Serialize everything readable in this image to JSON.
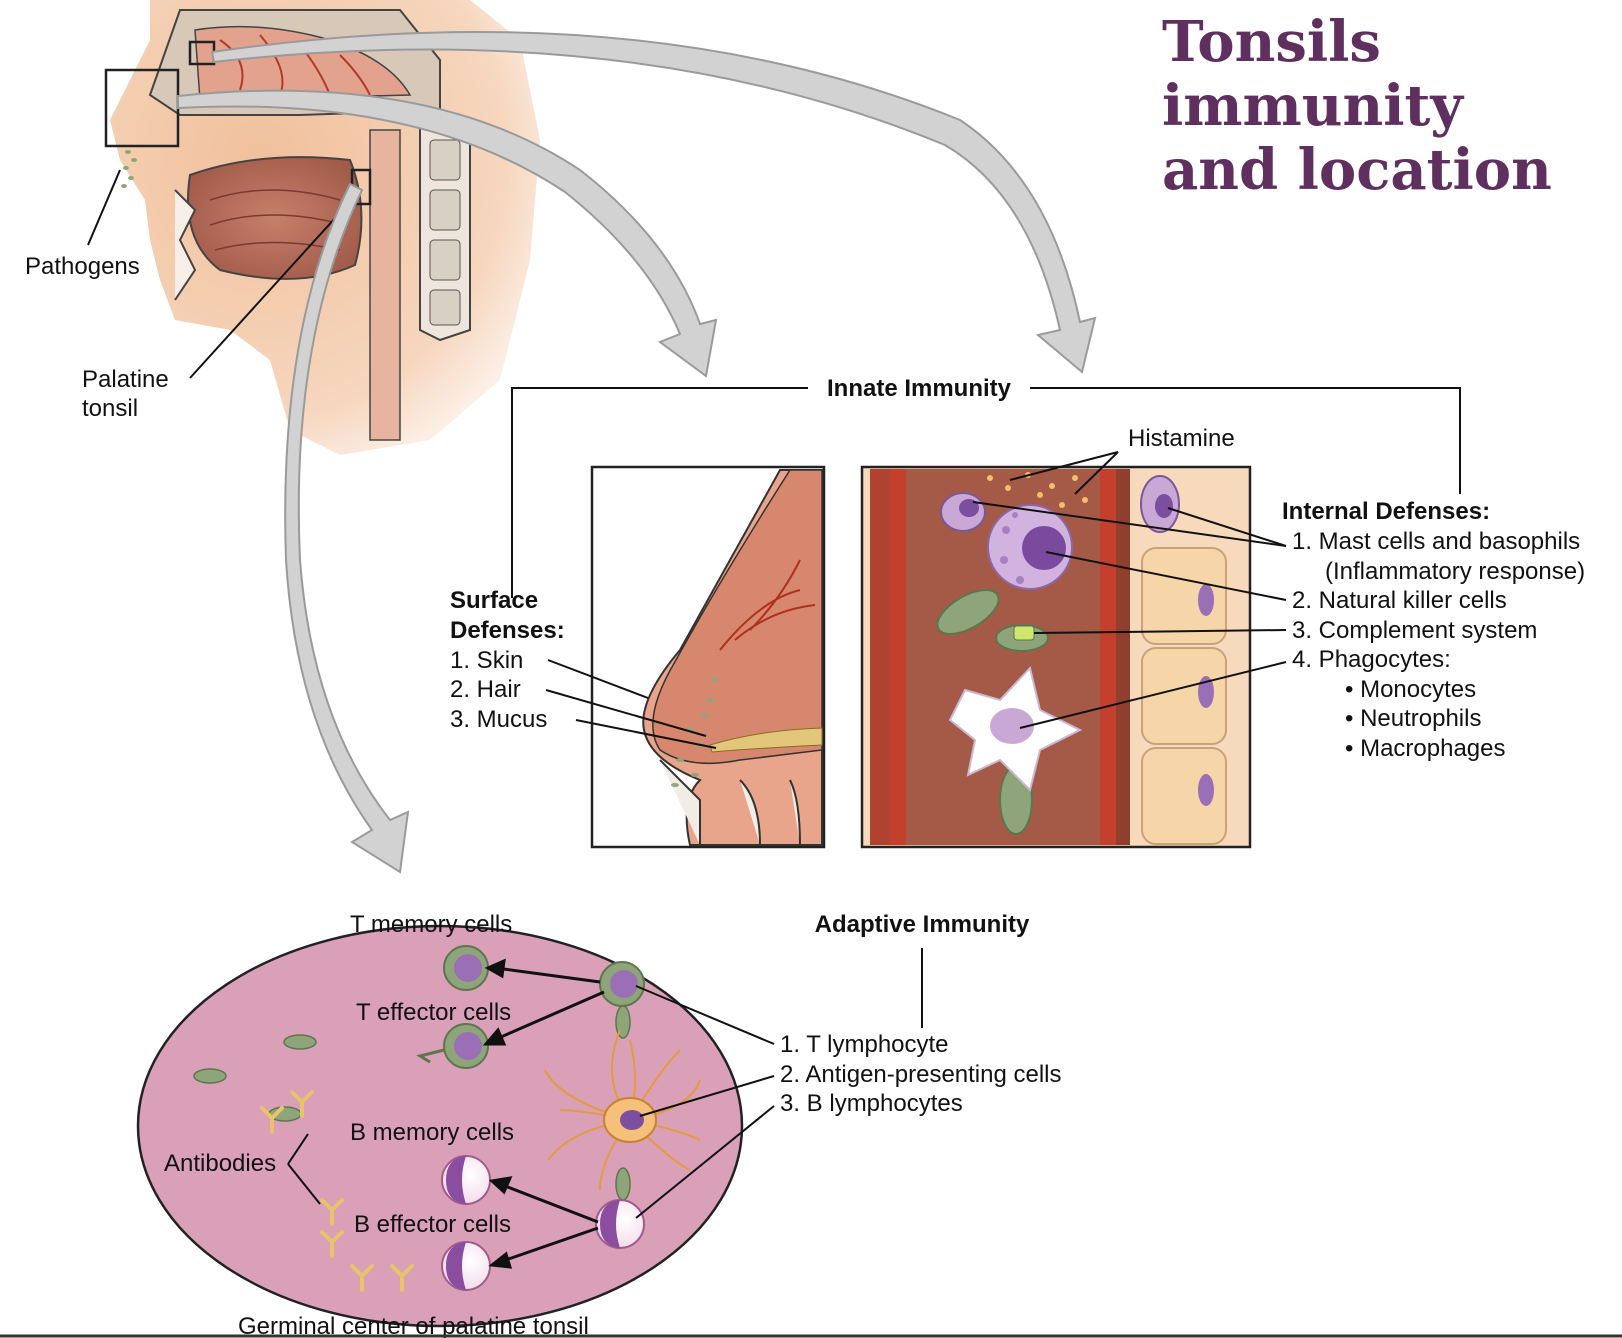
{
  "title": {
    "line1": "Tonsils",
    "line2": "immunity",
    "line3": "and location"
  },
  "head_labels": {
    "pathogens": "Pathogens",
    "palatine_line1": "Palatine",
    "palatine_line2": "tonsil"
  },
  "innate": {
    "header": "Innate Immunity",
    "histamine": "Histamine",
    "surface": {
      "title_line1": "Surface",
      "title_line2": "Defenses:",
      "items": [
        "1. Skin",
        "2. Hair",
        "3. Mucus"
      ]
    },
    "internal": {
      "title": "Internal Defenses:",
      "items": [
        "1. Mast cells and basophils",
        "(Inflammatory response)",
        "2. Natural killer cells",
        "3. Complement system",
        "4. Phagocytes:"
      ],
      "phagocytes": [
        "• Monocytes",
        "• Neutrophils",
        "• Macrophages"
      ]
    }
  },
  "adaptive": {
    "header": "Adaptive Immunity",
    "items": [
      "1. T lymphocyte",
      "2. Antigen-presenting cells",
      "3. B lymphocytes"
    ],
    "germinal": {
      "t_memory": "T memory cells",
      "t_effector": "T effector cells",
      "b_memory": "B memory cells",
      "b_effector": "B effector cells",
      "antibodies": "Antibodies",
      "caption": "Germinal center of palatine tonsil"
    }
  },
  "colors": {
    "title": "#5e2f5f",
    "skin": "#f3c9a6",
    "tissue": "#d79a86",
    "germinal": "#d9a0b8",
    "cell_green": "#93ad7c",
    "cell_purple": "#9b6fb5",
    "arrow_gray": "#cfcfcf"
  }
}
